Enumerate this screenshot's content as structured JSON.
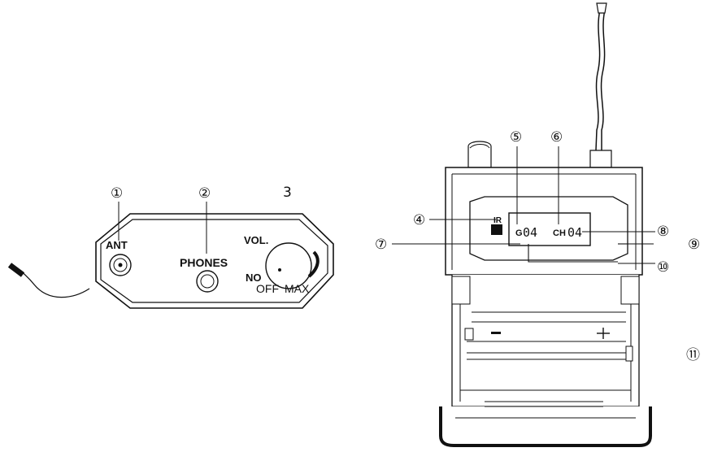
{
  "panel": {
    "ant_label": "ANT",
    "phones_label": "PHONES",
    "vol_label": "VOL.",
    "on_label": "NO",
    "off_label": "OFF",
    "max_label": "MAX"
  },
  "receiver": {
    "ir_label": "IR",
    "group_prefix": "G",
    "group_value": "04",
    "channel_prefix": "CH",
    "channel_value": "04"
  },
  "callouts": {
    "c1": "①",
    "c2": "②",
    "c3": "3",
    "c4": "④",
    "c5": "⑤",
    "c6": "⑥",
    "c7": "⑦",
    "c8": "⑧",
    "c9": "⑨",
    "c10": "⑩",
    "c11": "⑪"
  }
}
